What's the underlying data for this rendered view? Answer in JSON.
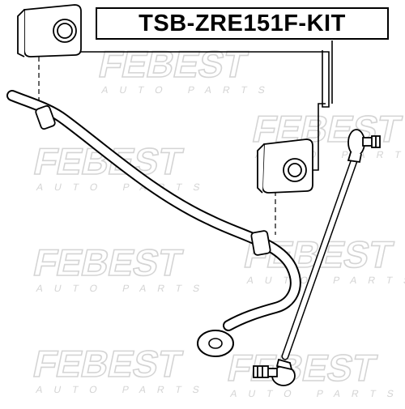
{
  "part_number": "TSB-ZRE151F-KIT",
  "watermark": {
    "brand": "FEBEST",
    "tagline": "AUTO PARTS",
    "color": "#d4d4d4"
  },
  "colors": {
    "line": "#000000",
    "fill": "#ffffff"
  }
}
